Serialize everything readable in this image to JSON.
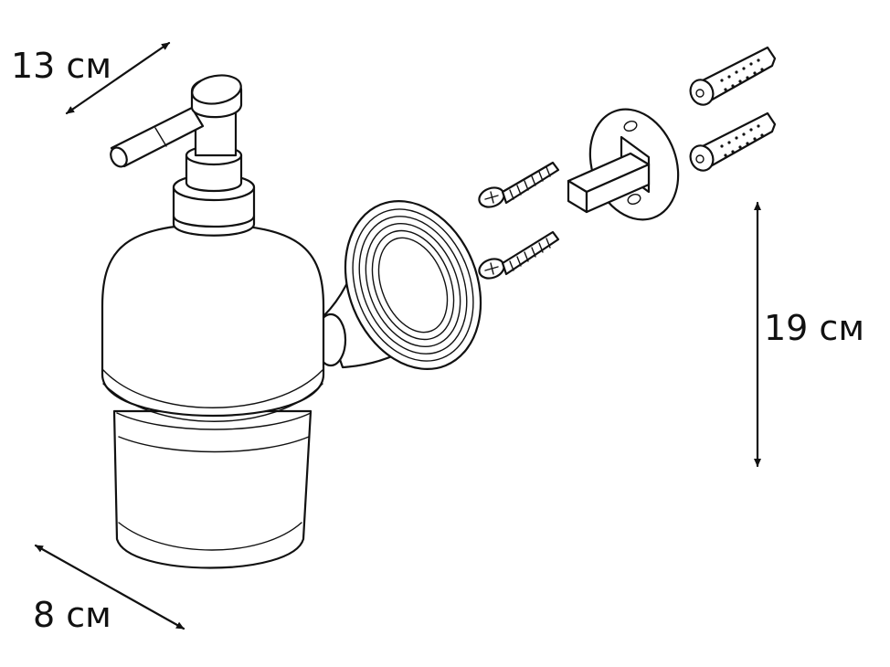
{
  "dimensions": {
    "depth": "13 см",
    "height": "19 см",
    "width": "8 см"
  },
  "colors": {
    "line": "#111111",
    "background": "#ffffff"
  }
}
